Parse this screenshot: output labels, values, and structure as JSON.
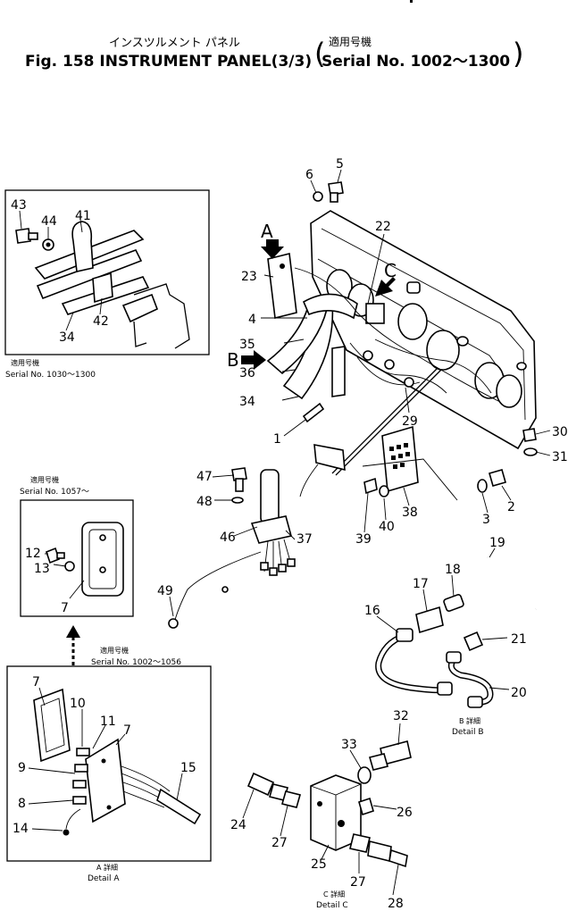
{
  "header": {
    "title_jp": "インスツルメント パネル",
    "title_en": "Fig. 158 INSTRUMENT PANEL(3/3)",
    "serial_jp": "適用号機",
    "serial_en": "Serial No. 1002～1300"
  },
  "inset_top_left": {
    "serial_jp": "適用号機",
    "serial_en": "Serial No. 1030～1300",
    "part_numbers": [
      "43",
      "44",
      "41",
      "42",
      "34"
    ]
  },
  "inset_middle_left": {
    "serial_jp": "適用号機",
    "serial_en": "Serial No. 1057～",
    "part_numbers": [
      "12",
      "13",
      "7"
    ]
  },
  "inset_bottom_left": {
    "serial_jp": "適用号機",
    "serial_en": "Serial No. 1002～1056",
    "caption_jp": "A 詳細",
    "caption_en": "Detail A",
    "part_numbers": [
      "7",
      "10",
      "11",
      "7",
      "9",
      "8",
      "14",
      "15"
    ]
  },
  "view_arrows": [
    "A",
    "B",
    "C"
  ],
  "main_part_numbers": [
    "6",
    "5",
    "22",
    "23",
    "4",
    "35",
    "36",
    "34",
    "1",
    "29",
    "30",
    "31",
    "47",
    "48",
    "46",
    "37",
    "49",
    "39",
    "40",
    "38",
    "3",
    "2"
  ],
  "detail_b": {
    "caption_jp": "B 詳細",
    "caption_en": "Detail B",
    "part_numbers": [
      "19",
      "18",
      "17",
      "16",
      "21",
      "20"
    ]
  },
  "detail_c": {
    "caption_jp": "C 詳細",
    "caption_en": "Detail C",
    "part_numbers": [
      "32",
      "33",
      "26",
      "24",
      "27",
      "25",
      "27",
      "28"
    ]
  }
}
